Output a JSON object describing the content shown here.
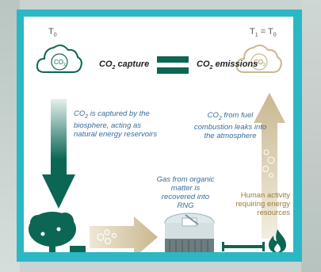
{
  "labels": {
    "t0": "T",
    "t0_sub": "0",
    "t1": "T",
    "t1_sub1": "1",
    "t1_eq": " = T",
    "t1_sub2": "0",
    "co2_capture_pre": "CO",
    "co2_capture_sub": "2",
    "co2_capture_post": " capture",
    "co2_emissions_pre": "CO",
    "co2_emissions_sub": "2",
    "co2_emissions_post": " emissions",
    "cloud_left_text": "CO",
    "cloud_left_sub": "2",
    "cloud_right_text": "CO",
    "cloud_right_sub": "2"
  },
  "captions": {
    "captured_pre": "CO",
    "captured_sub": "2",
    "captured_post": " is captured by the biosphere, acting as natural energy reservoirs",
    "fuel_pre": "CO",
    "fuel_sub": "2",
    "fuel_post": " from fuel combustion leaks into the atmosphere",
    "gas": "Gas from organic matter is recovered into RNG",
    "human": "Human activity requiring energy resources"
  },
  "colors": {
    "frame": "#2bb7c4",
    "dark_green": "#0c6654",
    "caption_blue": "#3b6b9a",
    "tan": "#c9b88f",
    "human_text": "#9a7a3c"
  }
}
